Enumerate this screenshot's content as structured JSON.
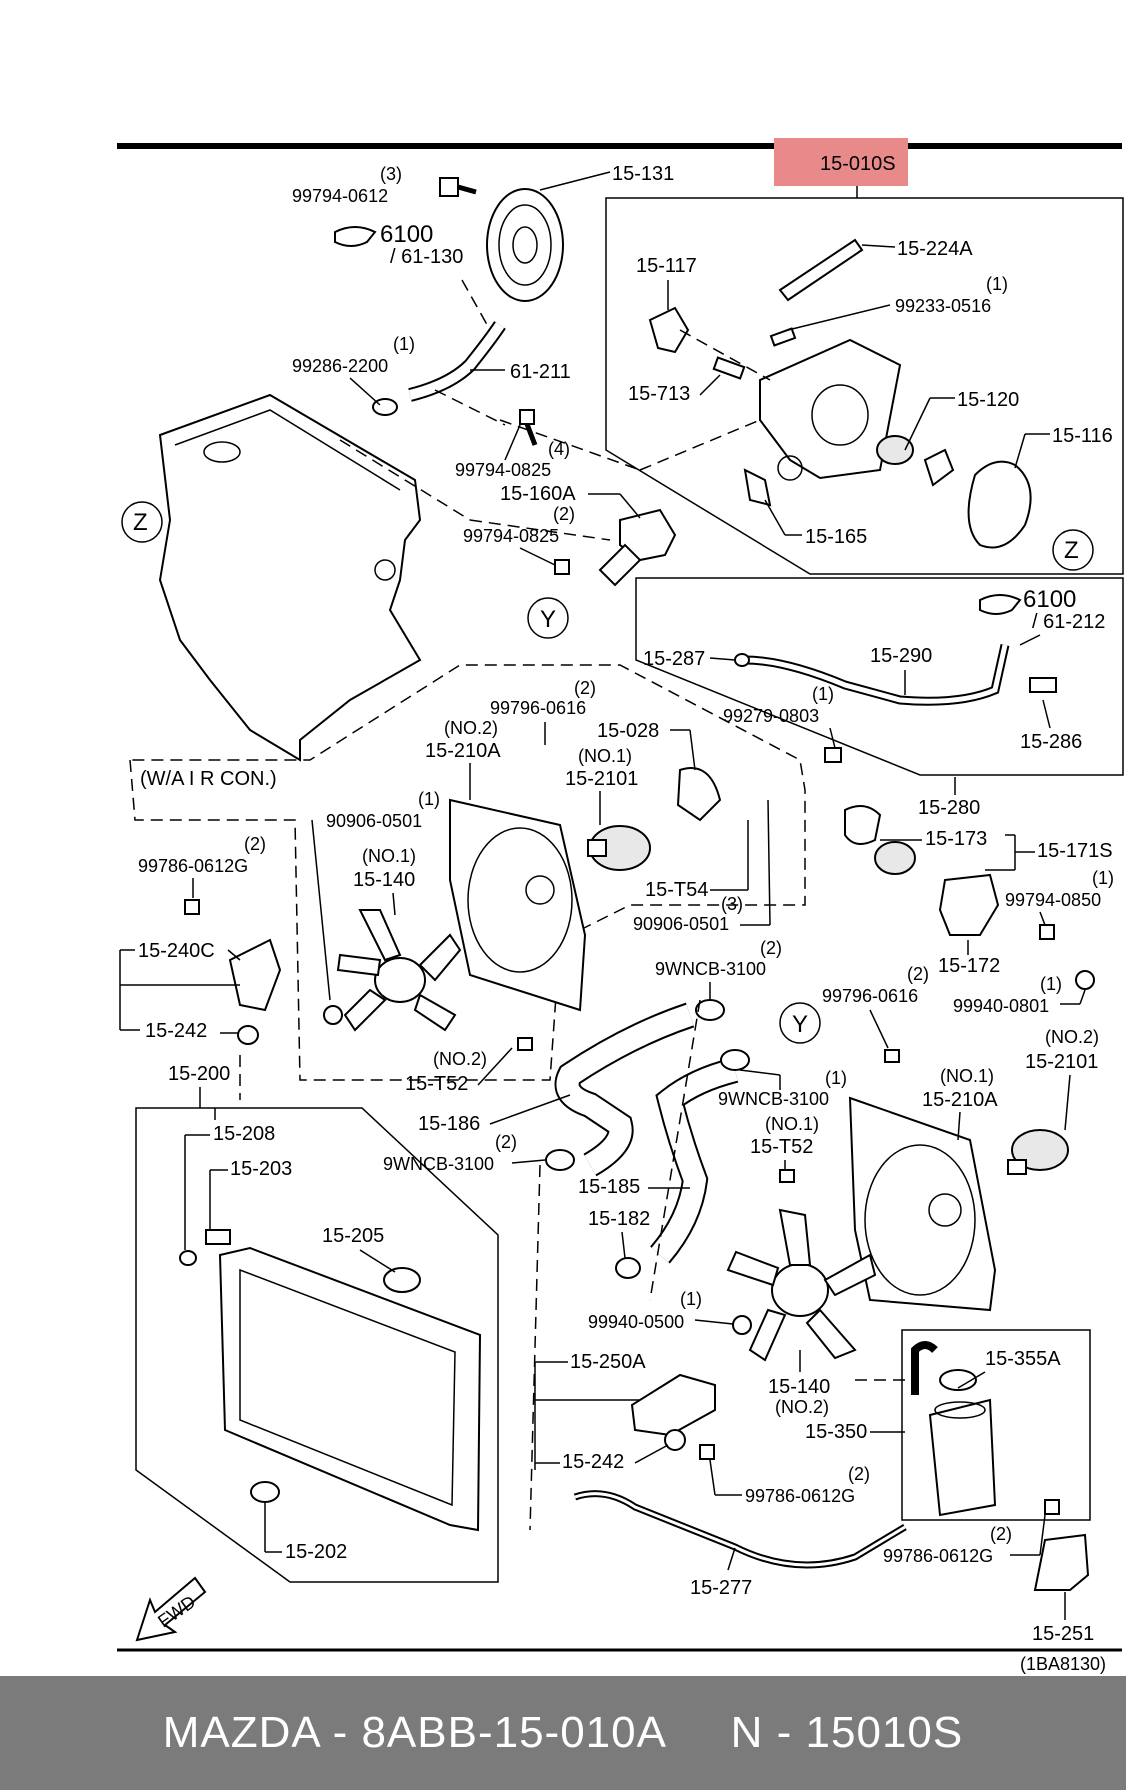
{
  "highlight": {
    "label": "15-010S",
    "color": "#e88a8a"
  },
  "diagram_code": "(1BA8130)",
  "refs": {
    "r6100a": "6100",
    "r61130": "/ 61-130",
    "r6100b": "6100",
    "r61212": "/ 61-212",
    "wac": "(W/A I R   CON.)",
    "z": "Z",
    "y": "Y",
    "fwd": "FWD"
  },
  "labels": {
    "l15131": "15-131",
    "q3a": "(3)",
    "l99794_0612": "99794-0612",
    "l15224A": "15-224A",
    "l15117": "15-117",
    "q1a": "(1)",
    "l99233": "99233-0516",
    "q1b": "(1)",
    "l99286": "99286-2200",
    "l61211": "61-211",
    "l15713": "15-713",
    "l15120": "15-120",
    "l15116": "15-116",
    "q4": "(4)",
    "l99794_0825a": "99794-0825",
    "l15160A": "15-160A",
    "q2a": "(2)",
    "l99794_0825b": "99794-0825",
    "l15165": "15-165",
    "l15287": "15-287",
    "l15290": "15-290",
    "q1c": "(1)",
    "l99279": "99279-0803",
    "l15286": "15-286",
    "q2b": "(2)",
    "l99796_0616a": "99796-0616",
    "l15028": "15-028",
    "no2a": "(NO.2)",
    "l15210Aa": "15-210A",
    "no1a": "(NO.1)",
    "l15210a": "15-2101",
    "q1d": "(1)",
    "l90906a": "90906-0501",
    "no1b": "(NO.1)",
    "l15140a": "15-140",
    "l15T54": "15-T54",
    "q3b": "(3)",
    "l90906b": "90906-0501",
    "l15280": "15-280",
    "l15173": "15-173",
    "l15171S": "15-171S",
    "q1e": "(1)",
    "l99794_0850": "99794-0850",
    "l15172": "15-172",
    "q1f": "(1)",
    "l99940_0801": "99940-0801",
    "q2c": "(2)",
    "l99786a": "99786-0612G",
    "l15240C": "15-240C",
    "l15242a": "15-242",
    "q2d": "(2)",
    "l9wncb_a": "9WNCB-3100",
    "q2e": "(2)",
    "l99796_0616b": "99796-0616",
    "no2b": "(NO.2)",
    "l15T52a": "15-T52",
    "q1g": "(1)",
    "l9wncb_b": "9WNCB-3100",
    "no1c": "(NO.1)",
    "l15210Ab": "15-210A",
    "no2c": "(NO.2)",
    "l15210b": "15-2101",
    "l15200": "15-200",
    "l15186": "15-186",
    "q2f": "(2)",
    "l9wncb_c": "9WNCB-3100",
    "no1d": "(NO.1)",
    "l15T52b": "15-T52",
    "l15208": "15-208",
    "l15203": "15-203",
    "l15185": "15-185",
    "l15205": "15-205",
    "l15182": "15-182",
    "q1h": "(1)",
    "l99940_0500": "99940-0500",
    "l15140b": "15-140",
    "no2d": "(NO.2)",
    "l15355A": "15-355A",
    "l15250A": "15-250A",
    "l15350": "15-350",
    "l15242b": "15-242",
    "q2g": "(2)",
    "l99786b": "99786-0612G",
    "l15202": "15-202",
    "l15277": "15-277",
    "q2h": "(2)",
    "l99786c": "99786-0612G",
    "l15251": "15-251"
  },
  "footer": {
    "text": "MAZDA - 8ABB-15-010A     N - 15010S"
  }
}
